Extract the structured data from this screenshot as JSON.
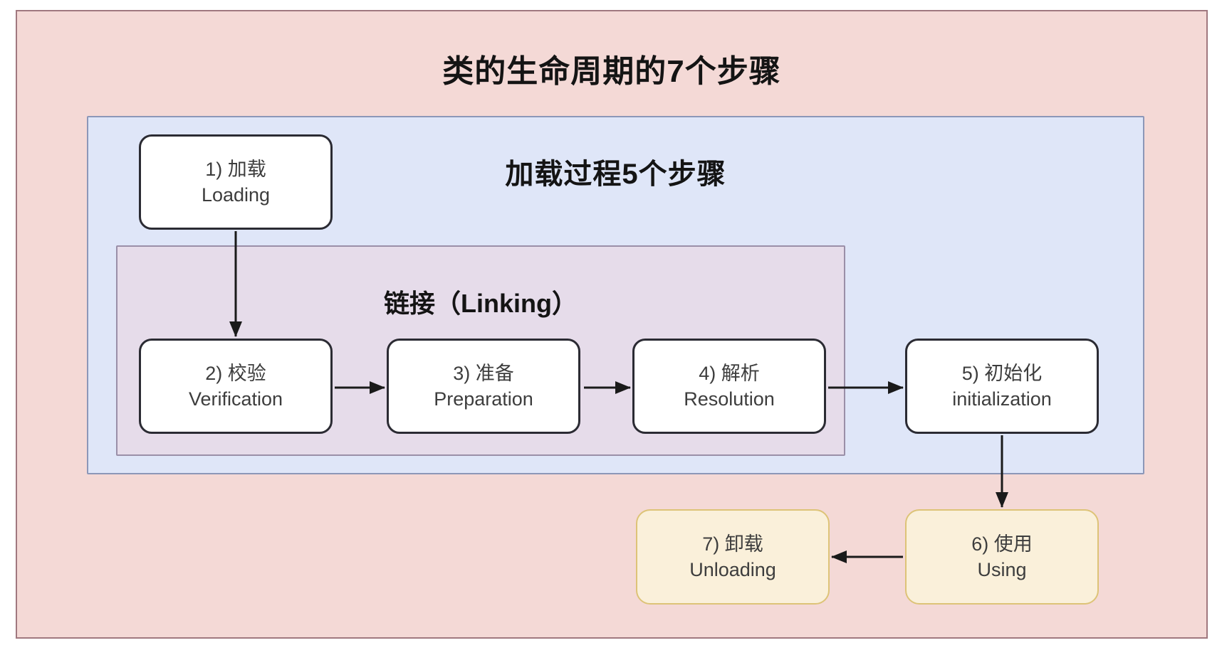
{
  "diagram": {
    "title": "类的生命周期的7个步骤",
    "loading_group": {
      "title": "加载过程5个步骤"
    },
    "linking_group": {
      "title": "链接（Linking）"
    },
    "nodes": [
      {
        "id": "loading",
        "label_zh": "1) 加载",
        "label_en": "Loading"
      },
      {
        "id": "verification",
        "label_zh": "2) 校验",
        "label_en": "Verification"
      },
      {
        "id": "preparation",
        "label_zh": "3) 准备",
        "label_en": "Preparation"
      },
      {
        "id": "resolution",
        "label_zh": "4) 解析",
        "label_en": "Resolution"
      },
      {
        "id": "initialization",
        "label_zh": "5) 初始化",
        "label_en": "initialization"
      },
      {
        "id": "using",
        "label_zh": "6) 使用",
        "label_en": "Using"
      },
      {
        "id": "unloading",
        "label_zh": "7) 卸载",
        "label_en": "Unloading"
      }
    ]
  },
  "colors": {
    "outer-bg": "#f4d9d6",
    "outer-border": "#a0787f",
    "loading-bg": "#dfe6f8",
    "loading-border": "#8c97b8",
    "linking-bg": "#e6dcea",
    "linking-border": "#9a8fa8",
    "node-bg": "#ffffff",
    "node-border": "#2b2b33",
    "end-bg": "#faf0da",
    "end-border": "#ddc377",
    "arrow": "#1a1a1a",
    "node-text": "#3d3d3d",
    "title-text": "#141414"
  }
}
